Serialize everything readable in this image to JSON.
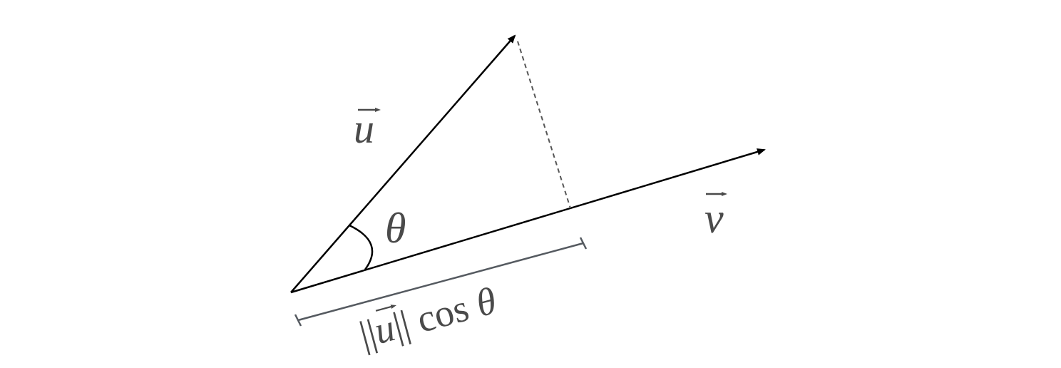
{
  "labels": {
    "u": "u",
    "v": "v",
    "theta": "θ",
    "norm_open": "||",
    "norm_u": "u",
    "norm_close": "||",
    "cos": " cos ",
    "cos_theta": "θ"
  },
  "colors": {
    "vector": "#000000",
    "label": "#4a4a4a",
    "projection_bracket": "#555a60",
    "perpendicular": "#555555"
  }
}
